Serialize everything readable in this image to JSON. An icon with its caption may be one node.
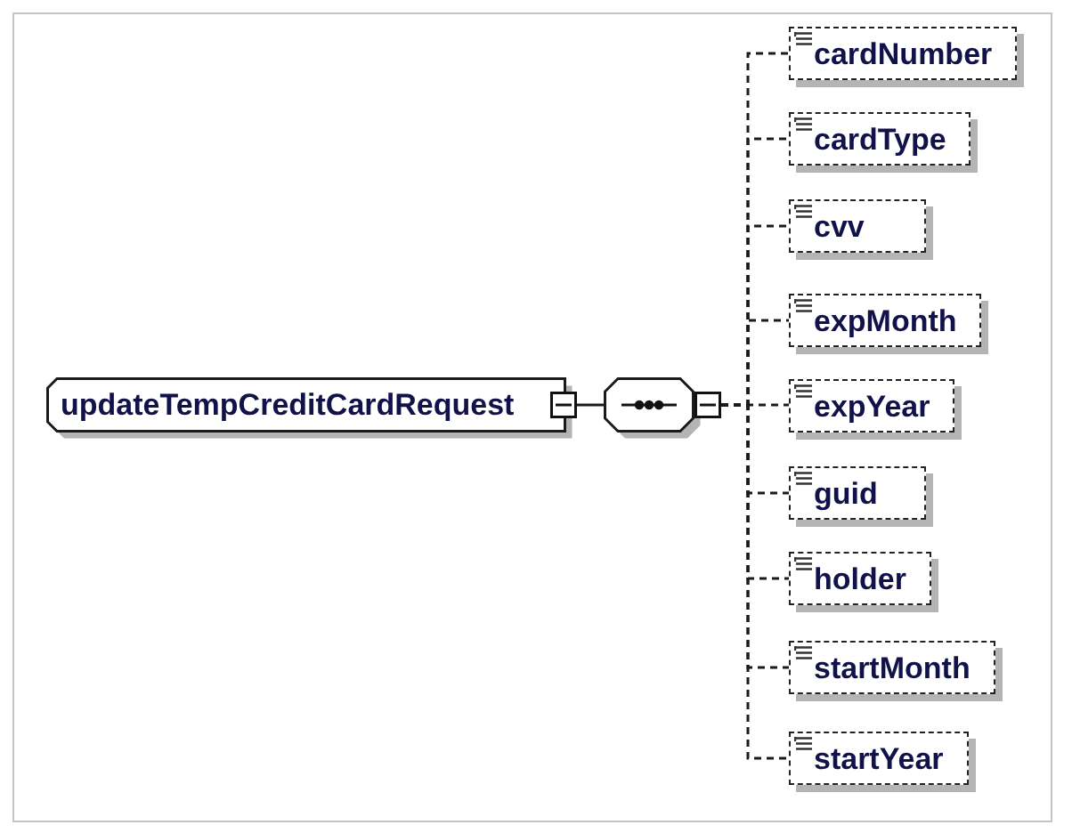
{
  "diagram": {
    "nodes": [
      {
        "text": [
          "updateTempCreditCardRequest"
        ]
      },
      {
        "text": [],
        "shape": "octagon"
      },
      {
        "text": [
          "cardNumber"
        ]
      },
      {
        "text": [
          "cardType"
        ]
      },
      {
        "text": [
          "cvv"
        ]
      },
      {
        "text": [
          "expMonth"
        ]
      },
      {
        "text": [
          "expYear"
        ]
      },
      {
        "text": [
          "guid"
        ]
      },
      {
        "text": [
          "holder"
        ]
      },
      {
        "text": [
          "startMonth"
        ]
      },
      {
        "text": [
          "startYear"
        ]
      }
    ],
    "edges": [
      {
        "from": 0,
        "to": 1,
        "arrow": "none"
      },
      {
        "from": 1,
        "to": 2,
        "arrow": "none",
        "style": "dashed"
      },
      {
        "from": 1,
        "to": 3,
        "arrow": "none",
        "style": "dashed"
      },
      {
        "from": 1,
        "to": 4,
        "arrow": "none",
        "style": "dashed"
      },
      {
        "from": 1,
        "to": 5,
        "arrow": "none",
        "style": "dashed"
      },
      {
        "from": 1,
        "to": 6,
        "arrow": "none",
        "style": "dashed"
      },
      {
        "from": 1,
        "to": 7,
        "arrow": "none",
        "style": "dashed"
      },
      {
        "from": 1,
        "to": 8,
        "arrow": "none",
        "style": "dashed"
      },
      {
        "from": 1,
        "to": 9,
        "arrow": "none",
        "style": "dashed"
      },
      {
        "from": 1,
        "to": 10,
        "arrow": "none",
        "style": "dashed"
      }
    ]
  }
}
